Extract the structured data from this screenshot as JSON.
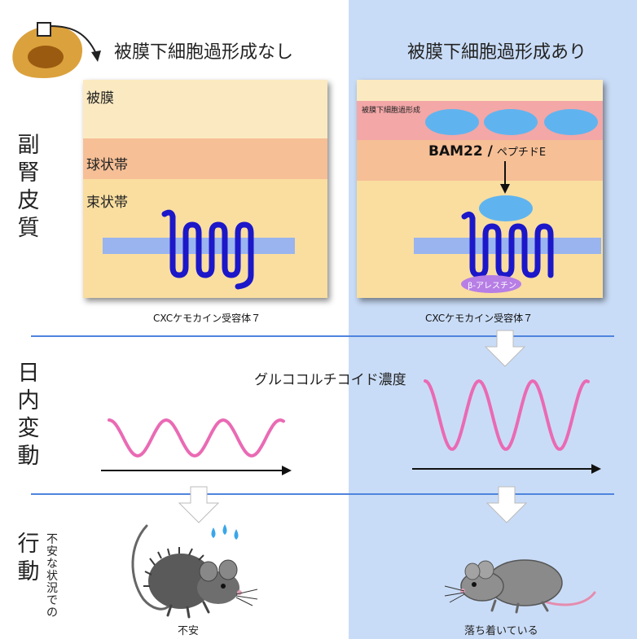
{
  "columns": {
    "left_title": "被膜下細胞過形成なし",
    "right_title": "被膜下細胞過形成あり"
  },
  "row_labels": {
    "cortex": [
      "副",
      "腎",
      "皮",
      "質"
    ],
    "circadian": [
      "日",
      "内",
      "変",
      "動"
    ],
    "behavior": [
      "行",
      "動"
    ],
    "behavior_sub": [
      "不",
      "安",
      "な",
      "状",
      "況",
      "で",
      "の"
    ]
  },
  "left_panel": {
    "capsule": "被膜",
    "zona_glomerulosa": "球状帯",
    "zona_fasciculata": "束状帯",
    "caption": "CXCケモカイン受容体７"
  },
  "right_panel": {
    "hyperplasia": "被膜下細胞過形成",
    "peptide": "BAM22 /",
    "peptide_suffix": "ペプチドE",
    "arrestin": "β-アレスチン",
    "caption": "CXCケモカイン受容体７"
  },
  "glucocorticoid_label": "グルココルチコイド濃度",
  "mouse": {
    "left_label": "不安",
    "right_label": "落ち着いている"
  },
  "colors": {
    "right_background": "#c9dcf7",
    "receptor": "#1c17c9",
    "wave": "#ea6ab4",
    "capsule_layer": "#fbeac1",
    "glomerulosa_layer": "#f6bf96",
    "fasciculata_layer": "#f9dea0",
    "hyperplasia_layer": "#f3a7a7",
    "cell_blue": "#5fb4ef",
    "arrestin": "#b77ee5",
    "membrane": "#99b4ef",
    "divider": "#4f84de"
  }
}
